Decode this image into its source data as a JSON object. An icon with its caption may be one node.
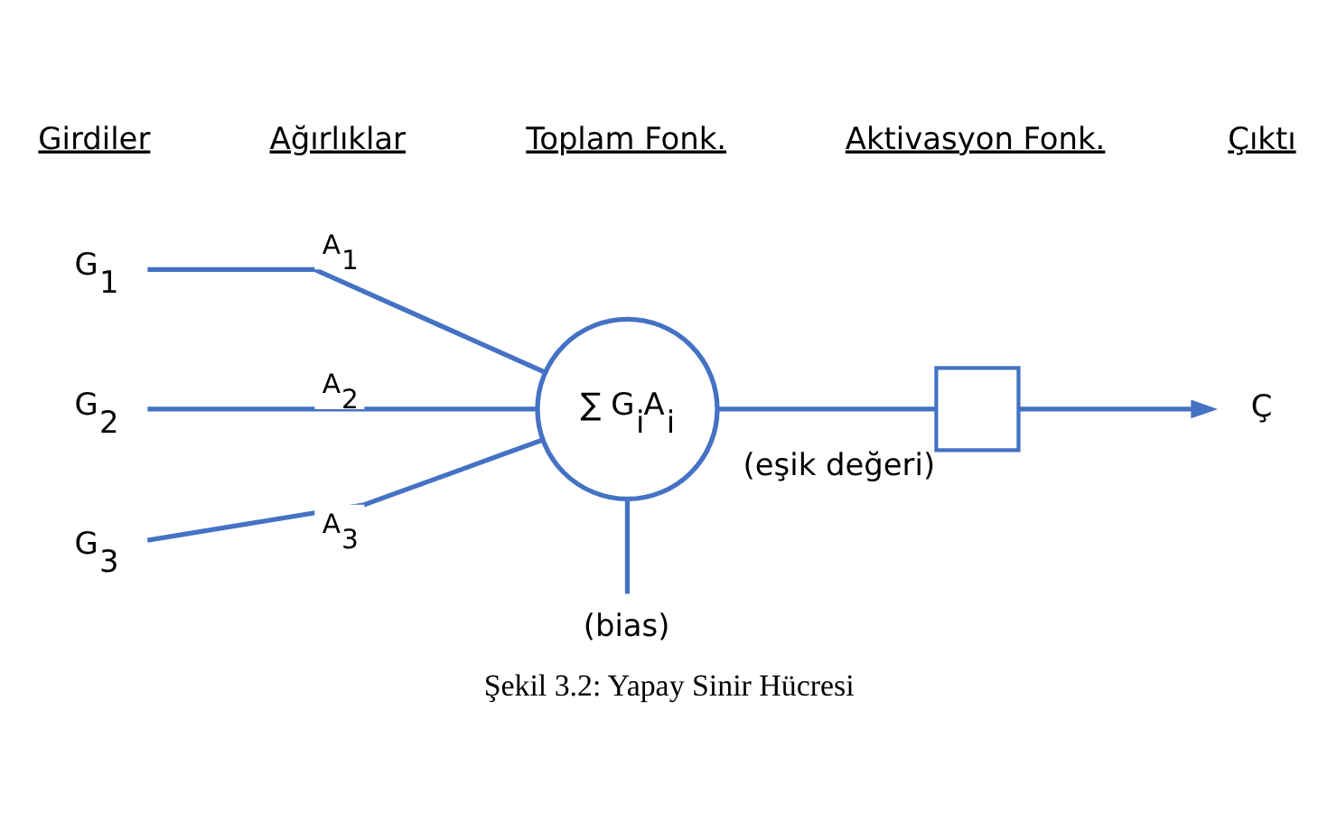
{
  "diagram": {
    "caption": "Şekil 3.2: Yapay Sinir Hücresi",
    "nodes": [
      {
        "text": [
          "G$_{1}$"
        ]
      },
      {
        "text": [
          "G$_{2}$"
        ]
      },
      {
        "text": [
          "G$_{3}$"
        ]
      },
      {
        "text": [
          "(bias)"
        ]
      },
      {
        "text": [
          "∑ G$_{i}$A$_{i}$"
        ]
      },
      {
        "text": [],
        "shape": "box",
        "beside": [
          "(eşik değeri)"
        ]
      },
      {
        "text": [
          "Ç"
        ]
      }
    ],
    "edges": [
      {
        "from": 0,
        "to": 4,
        "arrow": "none",
        "label": "A$_{1}$"
      },
      {
        "from": 1,
        "to": 4,
        "arrow": "none",
        "label": "A$_{2}$"
      },
      {
        "from": 2,
        "to": 4,
        "arrow": "none",
        "label": "A$_{3}$"
      },
      {
        "from": 3,
        "to": 4,
        "arrow": "none"
      },
      {
        "from": 4,
        "to": 5,
        "arrow": "none"
      },
      {
        "from": 5,
        "to": 6,
        "arrow": "to"
      }
    ],
    "labels": [
      "Girdiler",
      "Ağırlıklar",
      "Toplam Fonk.",
      "Aktivasyon Fonk.",
      "Çıktı"
    ]
  }
}
